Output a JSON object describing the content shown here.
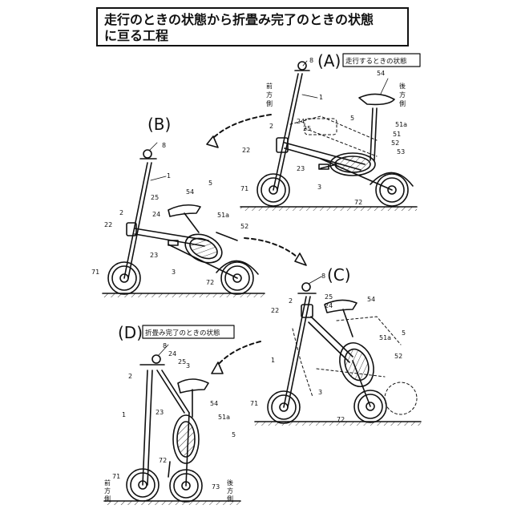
{
  "title": {
    "line1": "走行のときの状態から折畳み完了のときの状態",
    "line2": "に亘る工程"
  },
  "panels": {
    "A": {
      "letter": "(A)",
      "caption": "走行するときの状態"
    },
    "B": {
      "letter": "(B)"
    },
    "C": {
      "letter": "(C)"
    },
    "D": {
      "letter": "(D)",
      "caption": "折畳み完了のときの状態"
    }
  },
  "directions": {
    "front": [
      "前",
      "方",
      "側"
    ],
    "rear": [
      "後",
      "方",
      "側"
    ]
  },
  "refs": {
    "A": [
      "8",
      "1",
      "2",
      "24",
      "25",
      "22",
      "23",
      "3",
      "71",
      "72",
      "54",
      "5",
      "51a",
      "51",
      "52",
      "53"
    ],
    "B": [
      "8",
      "1",
      "25",
      "54",
      "5",
      "2",
      "24",
      "22",
      "51a",
      "52",
      "23",
      "3",
      "71",
      "72"
    ],
    "C": [
      "8",
      "2",
      "25",
      "24",
      "22",
      "54",
      "1",
      "51a",
      "5",
      "52",
      "3",
      "71",
      "72"
    ],
    "D": [
      "8",
      "24",
      "3",
      "25",
      "2",
      "1",
      "23",
      "54",
      "51a",
      "5",
      "72",
      "71",
      "73"
    ]
  }
}
